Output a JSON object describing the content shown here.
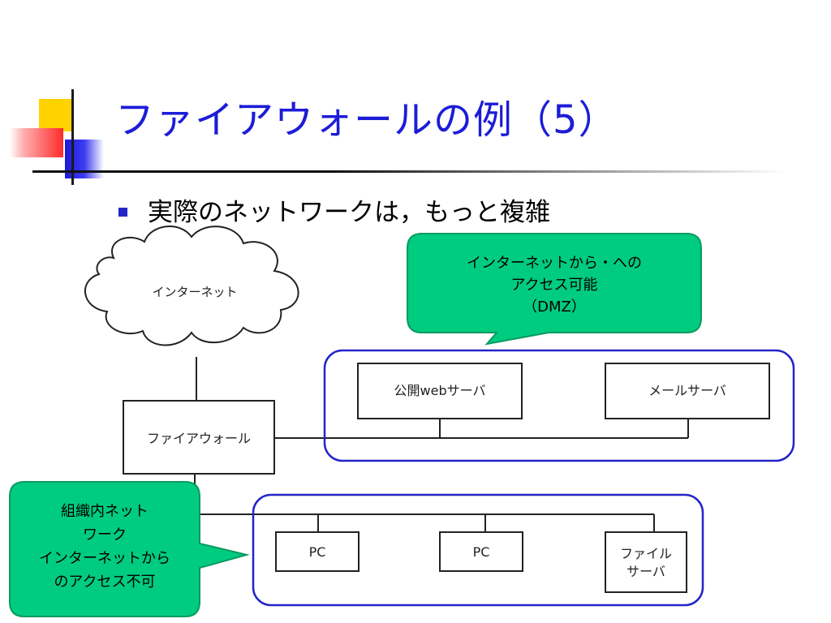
{
  "slide": {
    "title": "ファイアウォールの例（5）",
    "bullet": "実際のネットワークは，もっと複雑"
  },
  "diagram": {
    "internet": "インターネット",
    "firewall": "ファイアウォール",
    "web_server": "公開webサーバ",
    "mail_server": "メールサーバ",
    "pc1": "PC",
    "pc2": "PC",
    "file_server": [
      "ファイル",
      "サーバ"
    ],
    "callout_dmz": [
      "インターネットから・への",
      "アクセス可能",
      "（DMZ）"
    ],
    "callout_internal": [
      "組織内ネット",
      "ワーク",
      "インターネットから",
      "のアクセス不可"
    ]
  },
  "colors": {
    "title": "#1c1cd8",
    "zone_border": "#2424c8",
    "callout_fill": "#00cc80",
    "callout_border": "#0a9a60"
  }
}
